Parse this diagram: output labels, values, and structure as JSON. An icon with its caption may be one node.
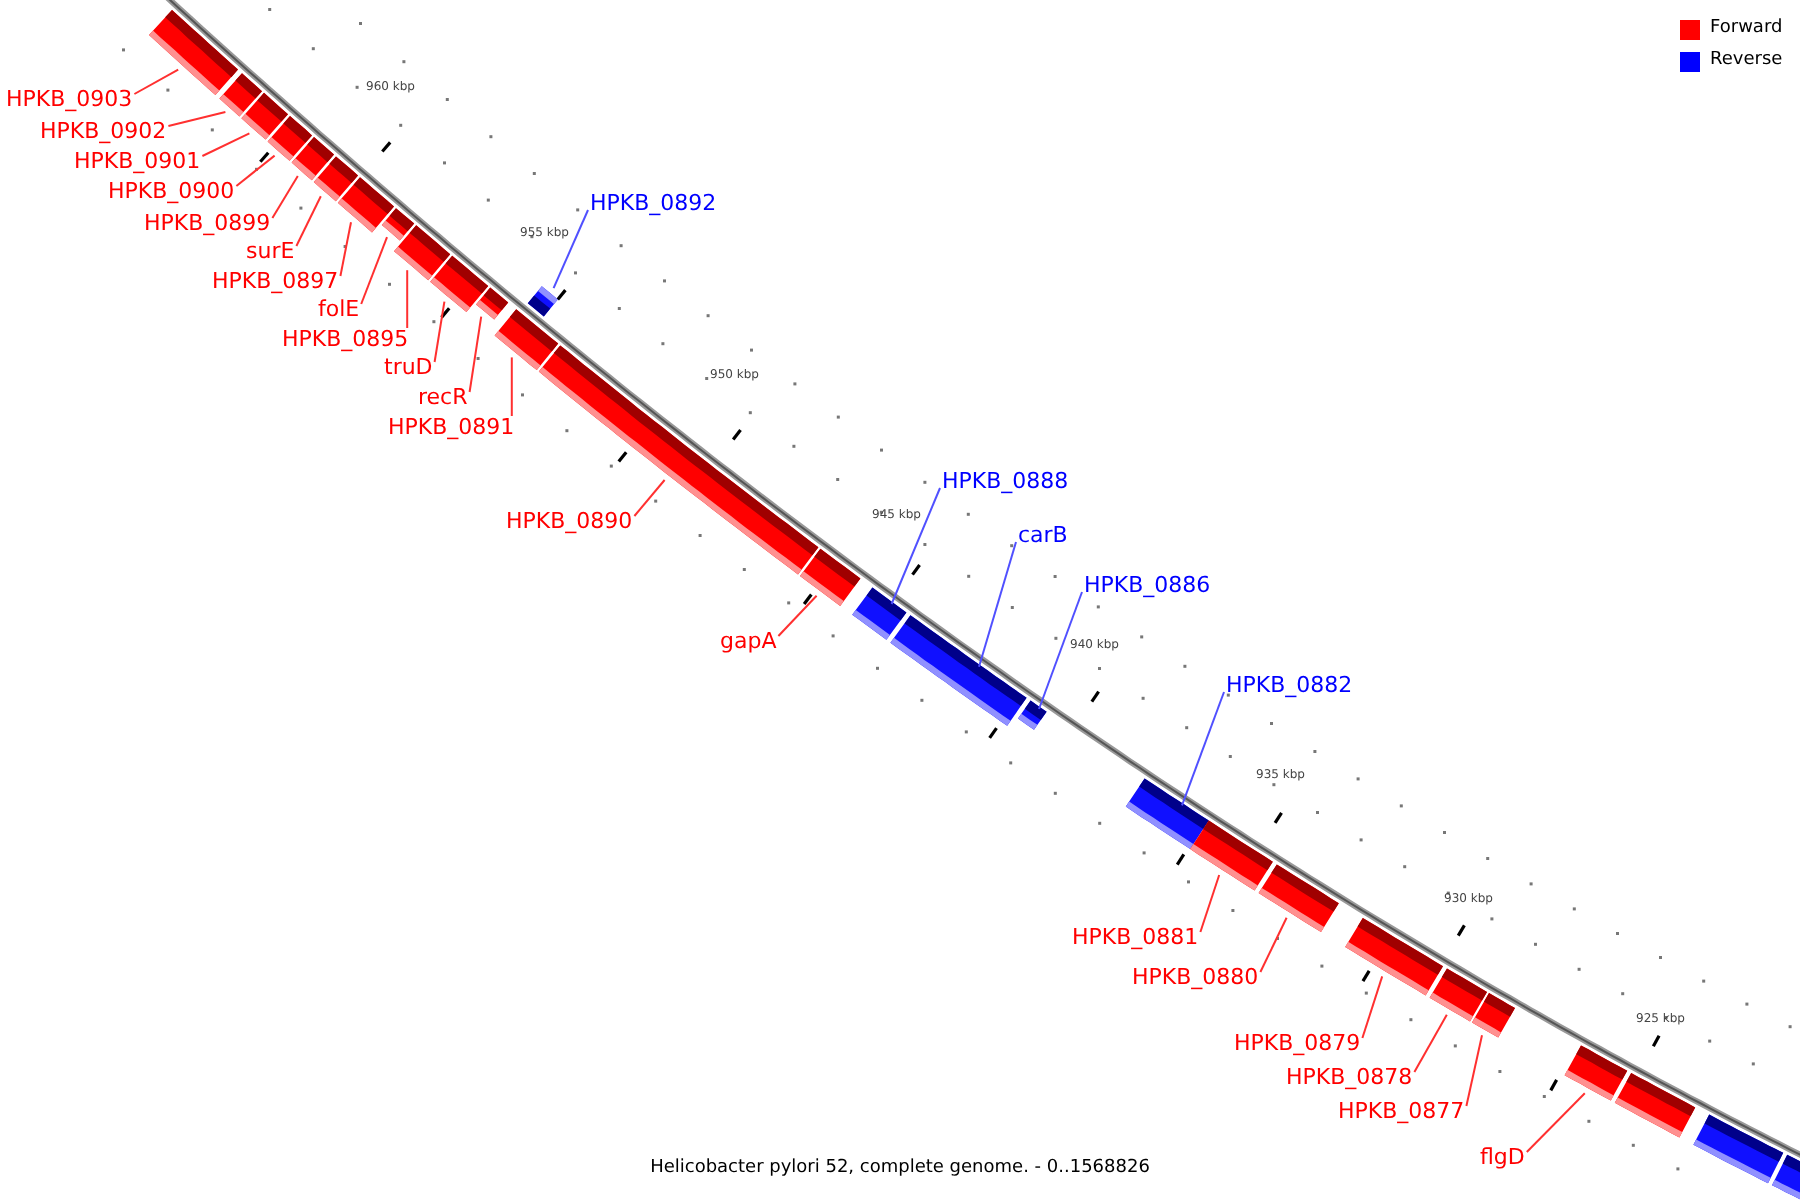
{
  "diagram": {
    "caption": "Helicobacter pylori 52, complete genome. - 0..1568826",
    "nodes": [
      {
        "text": [
          "HPKB_0903"
        ]
      },
      {
        "text": [],
        "shape": "bar"
      },
      {
        "text": [
          "HPKB_0902"
        ]
      },
      {
        "text": [],
        "shape": "bar"
      },
      {
        "text": [
          "HPKB_0901"
        ]
      },
      {
        "text": [],
        "shape": "bar"
      },
      {
        "text": [
          "HPKB_0900"
        ]
      },
      {
        "text": [],
        "shape": "bar"
      },
      {
        "text": [
          "HPKB_0899"
        ]
      },
      {
        "text": [],
        "shape": "bar"
      },
      {
        "text": [
          "surE"
        ]
      },
      {
        "text": [],
        "shape": "bar"
      },
      {
        "text": [
          "HPKB_0897"
        ]
      },
      {
        "text": [],
        "shape": "bar"
      },
      {
        "text": [
          "folE"
        ]
      },
      {
        "text": [],
        "shape": "bar"
      },
      {
        "text": [
          "HPKB_0895"
        ]
      },
      {
        "text": [],
        "shape": "bar"
      },
      {
        "text": [
          "truD"
        ]
      },
      {
        "text": [],
        "shape": "bar"
      },
      {
        "text": [
          "recR"
        ]
      },
      {
        "text": [],
        "shape": "bar"
      },
      {
        "text": [
          "HPKB_0892"
        ]
      },
      {
        "text": [],
        "shape": "bar"
      },
      {
        "text": [
          "HPKB_0891"
        ]
      },
      {
        "text": [],
        "shape": "bar"
      },
      {
        "text": [
          "HPKB_0890"
        ]
      },
      {
        "text": [],
        "shape": "bar"
      },
      {
        "text": [
          "gapA"
        ]
      },
      {
        "text": [],
        "shape": "bar"
      },
      {
        "text": [
          "HPKB_0888"
        ]
      },
      {
        "text": [],
        "shape": "bar"
      },
      {
        "text": [
          "carB"
        ]
      },
      {
        "text": [],
        "shape": "bar"
      },
      {
        "text": [
          "HPKB_0886"
        ]
      },
      {
        "text": [],
        "shape": "bar"
      },
      {
        "text": [
          "HPKB_0882"
        ]
      },
      {
        "text": [],
        "shape": "bar"
      },
      {
        "text": [
          "HPKB_0881"
        ]
      },
      {
        "text": [],
        "shape": "bar"
      },
      {
        "text": [
          "HPKB_0880"
        ]
      },
      {
        "text": [],
        "shape": "bar"
      },
      {
        "text": [
          "HPKB_0879"
        ]
      },
      {
        "text": [],
        "shape": "bar"
      },
      {
        "text": [
          "HPKB_0878"
        ]
      },
      {
        "text": [],
        "shape": "bar"
      },
      {
        "text": [
          "HPKB_0877"
        ]
      },
      {
        "text": [],
        "shape": "bar"
      },
      {
        "text": [
          "flgD"
        ]
      },
      {
        "text": [],
        "shape": "bar"
      },
      {
        "text": [],
        "shape": "bar"
      },
      {
        "text": [],
        "shape": "bar"
      },
      {
        "text": [],
        "shape": "bar"
      }
    ],
    "edges": [
      {
        "from": 0,
        "to": 1,
        "arrow": "none"
      },
      {
        "from": 2,
        "to": 3,
        "arrow": "none"
      },
      {
        "from": 4,
        "to": 5,
        "arrow": "none"
      },
      {
        "from": 6,
        "to": 7,
        "arrow": "none"
      },
      {
        "from": 8,
        "to": 9,
        "arrow": "none"
      },
      {
        "from": 10,
        "to": 11,
        "arrow": "none"
      },
      {
        "from": 12,
        "to": 13,
        "arrow": "none"
      },
      {
        "from": 14,
        "to": 15,
        "arrow": "none"
      },
      {
        "from": 16,
        "to": 17,
        "arrow": "none"
      },
      {
        "from": 18,
        "to": 19,
        "arrow": "none"
      },
      {
        "from": 20,
        "to": 21,
        "arrow": "none"
      },
      {
        "from": 22,
        "to": 23,
        "arrow": "none",
        "color": "#5050ff"
      },
      {
        "from": 24,
        "to": 25,
        "arrow": "none"
      },
      {
        "from": 26,
        "to": 27,
        "arrow": "none"
      },
      {
        "from": 28,
        "to": 29,
        "arrow": "none"
      },
      {
        "from": 30,
        "to": 31,
        "arrow": "none",
        "color": "#5050ff"
      },
      {
        "from": 32,
        "to": 33,
        "arrow": "none",
        "color": "#5050ff"
      },
      {
        "from": 34,
        "to": 35,
        "arrow": "none",
        "color": "#5050ff"
      },
      {
        "from": 36,
        "to": 37,
        "arrow": "none",
        "color": "#5050ff"
      },
      {
        "from": 38,
        "to": 39,
        "arrow": "none"
      },
      {
        "from": 40,
        "to": 41,
        "arrow": "none"
      },
      {
        "from": 42,
        "to": 43,
        "arrow": "none"
      },
      {
        "from": 44,
        "to": 45,
        "arrow": "none"
      },
      {
        "from": 46,
        "to": 47,
        "arrow": "none"
      },
      {
        "from": 48,
        "to": 49,
        "arrow": "none"
      }
    ],
    "labels": [
      "960 kbp",
      "955 kbp",
      "950 kbp",
      "945 kbp",
      "940 kbp",
      "935 kbp",
      "930 kbp",
      "925 kbp"
    ],
    "legend": [
      {
        "text": "Forward",
        "color": "#ff0000"
      },
      {
        "text": "Reverse",
        "color": "#0000ff"
      }
    ]
  }
}
